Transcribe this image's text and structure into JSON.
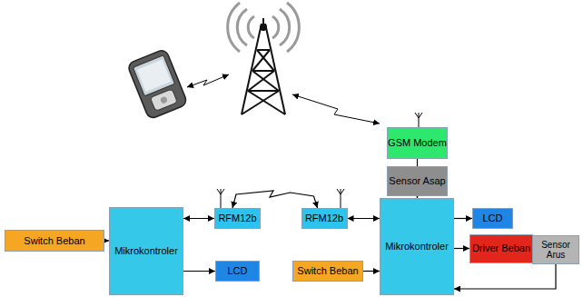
{
  "diagram": {
    "nodes": [
      {
        "text": [
          "GSM Modem"
        ]
      },
      {
        "text": [
          "Sensor Asap"
        ]
      },
      {
        "text": [
          "Switch Beban"
        ]
      },
      {
        "text": [
          "Mikrokontroler"
        ]
      },
      {
        "text": [
          "RFM12b"
        ]
      },
      {
        "text": [
          "LCD"
        ]
      },
      {
        "text": [
          "RFM12b"
        ]
      },
      {
        "text": [
          "Mikrokontroler"
        ]
      },
      {
        "text": [
          "LCD"
        ]
      },
      {
        "text": [
          "Driver Beban"
        ]
      },
      {
        "text": [
          "Sensor Arus"
        ]
      },
      {
        "text": [
          "Switch Beban"
        ]
      }
    ],
    "edges": [
      {
        "from": 2,
        "to": 3,
        "arrow": "to"
      },
      {
        "from": 3,
        "to": 4,
        "arrow": "both"
      },
      {
        "from": 3,
        "to": 5,
        "arrow": "to"
      },
      {
        "from": 4,
        "to": 6,
        "arrow": "both"
      },
      {
        "from": 6,
        "to": 7,
        "arrow": "both"
      },
      {
        "from": 11,
        "to": 7,
        "arrow": "to"
      },
      {
        "from": 7,
        "to": 8,
        "arrow": "to"
      },
      {
        "from": 7,
        "to": 9,
        "arrow": "to"
      },
      {
        "from": 9,
        "to": 10,
        "arrow": "to"
      },
      {
        "from": 10,
        "to": 7,
        "arrow": "to"
      },
      {
        "from": 1,
        "to": 7,
        "arrow": "to"
      },
      {
        "from": 0,
        "to": 1,
        "arrow": "none"
      }
    ]
  }
}
